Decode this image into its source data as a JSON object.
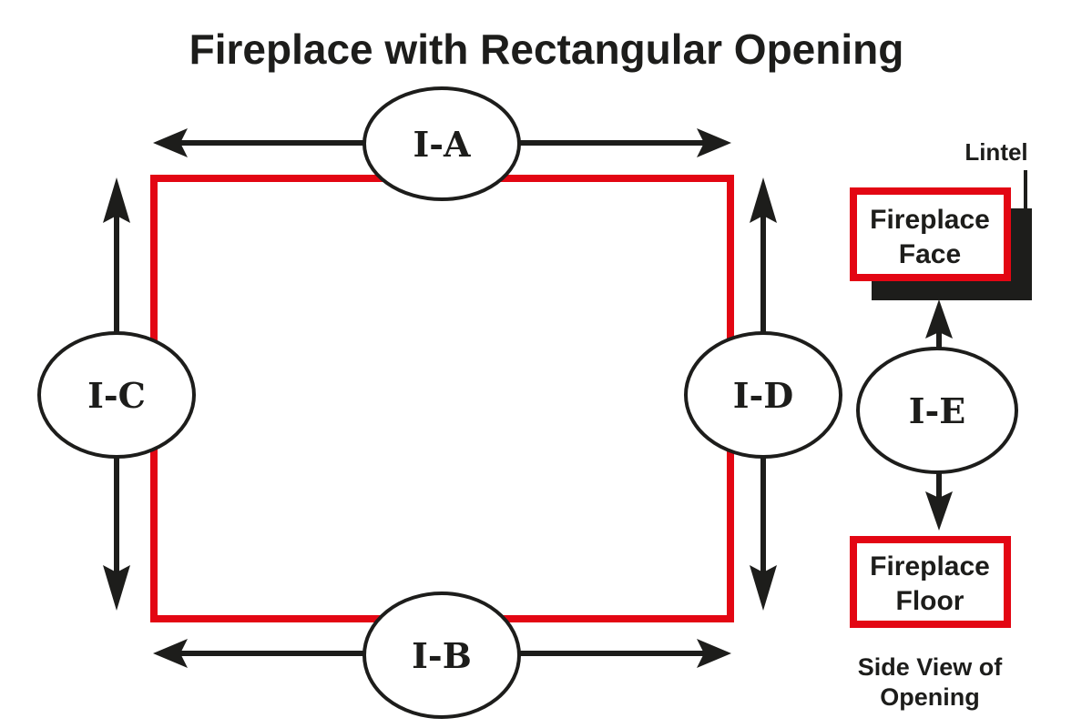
{
  "title": "Fireplace with Rectangular Opening",
  "colors": {
    "opening_outline": "#e30613",
    "ink": "#1d1d1b",
    "background": "#ffffff"
  },
  "front_view": {
    "zones": [
      {
        "id": "I-A",
        "label": "I-A",
        "position": "top",
        "arrow_axis": "horizontal"
      },
      {
        "id": "I-B",
        "label": "I-B",
        "position": "bottom",
        "arrow_axis": "horizontal"
      },
      {
        "id": "I-C",
        "label": "I-C",
        "position": "left",
        "arrow_axis": "vertical"
      },
      {
        "id": "I-D",
        "label": "I-D",
        "position": "right",
        "arrow_axis": "vertical"
      }
    ]
  },
  "side_view": {
    "zone_label": "I-E",
    "lintel_label": "Lintel",
    "face_label_line1": "Fireplace",
    "face_label_line2": "Face",
    "floor_label_line1": "Fireplace",
    "floor_label_line2": "Floor",
    "caption_line1": "Side View of",
    "caption_line2": "Opening"
  }
}
